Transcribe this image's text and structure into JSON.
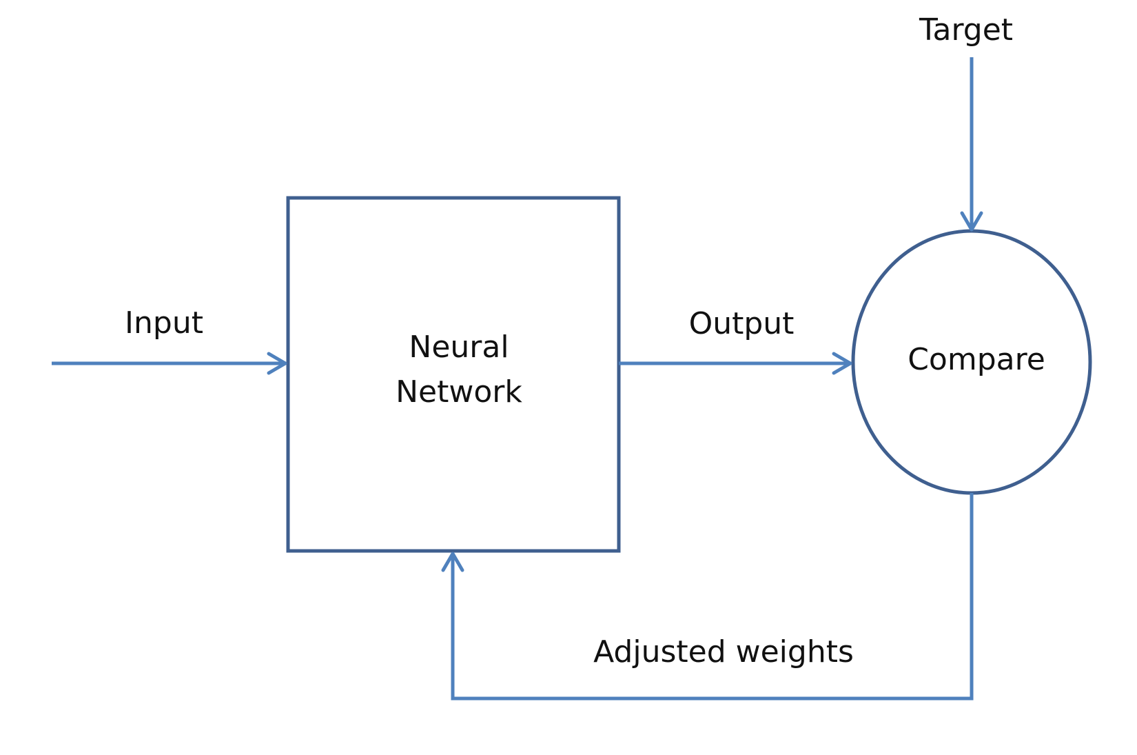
{
  "labels": {
    "target": "Target",
    "input": "Input",
    "neural_network_line1": "Neural",
    "neural_network_line2": "Network",
    "output": "Output",
    "compare": "Compare",
    "adjusted_weights": "Adjusted weights"
  },
  "colors": {
    "arrow": "#4f81bd",
    "box_stroke": "#3f5f8f",
    "text": "#111111",
    "background": "#ffffff"
  }
}
